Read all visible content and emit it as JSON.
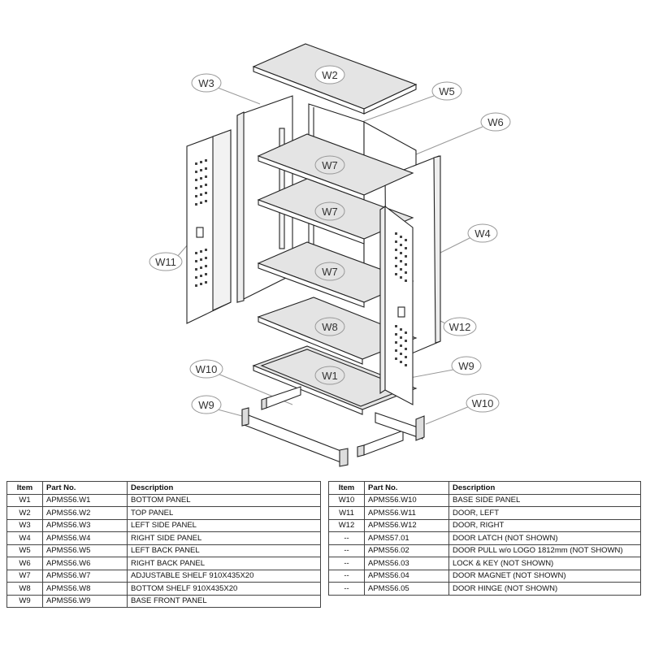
{
  "callouts": {
    "w1": "W1",
    "w2": "W2",
    "w3": "W3",
    "w4": "W4",
    "w5": "W5",
    "w6": "W6",
    "w7a": "W7",
    "w7b": "W7",
    "w7c": "W7",
    "w8": "W8",
    "w9a": "W9",
    "w9b": "W9",
    "w10a": "W10",
    "w10b": "W10",
    "w11": "W11",
    "w12": "W12"
  },
  "table": {
    "headers": {
      "item": "Item",
      "part_no": "Part No.",
      "description": "Description"
    },
    "left_rows": [
      {
        "item": "W1",
        "part_no": "APMS56.W1",
        "description": "BOTTOM PANEL"
      },
      {
        "item": "W2",
        "part_no": "APMS56.W2",
        "description": "TOP PANEL"
      },
      {
        "item": "W3",
        "part_no": "APMS56.W3",
        "description": "LEFT SIDE PANEL"
      },
      {
        "item": "W4",
        "part_no": "APMS56.W4",
        "description": "RIGHT SIDE PANEL"
      },
      {
        "item": "W5",
        "part_no": "APMS56.W5",
        "description": "LEFT BACK PANEL"
      },
      {
        "item": "W6",
        "part_no": "APMS56.W6",
        "description": "RIGHT BACK PANEL"
      },
      {
        "item": "W7",
        "part_no": "APMS56.W7",
        "description": "ADJUSTABLE SHELF 910X435X20"
      },
      {
        "item": "W8",
        "part_no": "APMS56.W8",
        "description": "BOTTOM SHELF 910X435X20"
      },
      {
        "item": "W9",
        "part_no": "APMS56.W9",
        "description": "BASE FRONT PANEL"
      }
    ],
    "right_rows": [
      {
        "item": "W10",
        "part_no": "APMS56.W10",
        "description": "BASE SIDE PANEL"
      },
      {
        "item": "W11",
        "part_no": "APMS56.W11",
        "description": "DOOR, LEFT"
      },
      {
        "item": "W12",
        "part_no": "APMS56.W12",
        "description": "DOOR, RIGHT"
      },
      {
        "item": "--",
        "part_no": "APMS57.01",
        "description": "DOOR LATCH (NOT SHOWN)"
      },
      {
        "item": "--",
        "part_no": "APMS56.02",
        "description": "DOOR PULL w/o LOGO 1812mm (NOT SHOWN)"
      },
      {
        "item": "--",
        "part_no": "APMS56.03",
        "description": "LOCK & KEY (NOT SHOWN)"
      },
      {
        "item": "--",
        "part_no": "APMS56.04",
        "description": "DOOR MAGNET (NOT SHOWN)"
      },
      {
        "item": "--",
        "part_no": "APMS56.05",
        "description": "DOOR HINGE (NOT SHOWN)"
      }
    ]
  }
}
